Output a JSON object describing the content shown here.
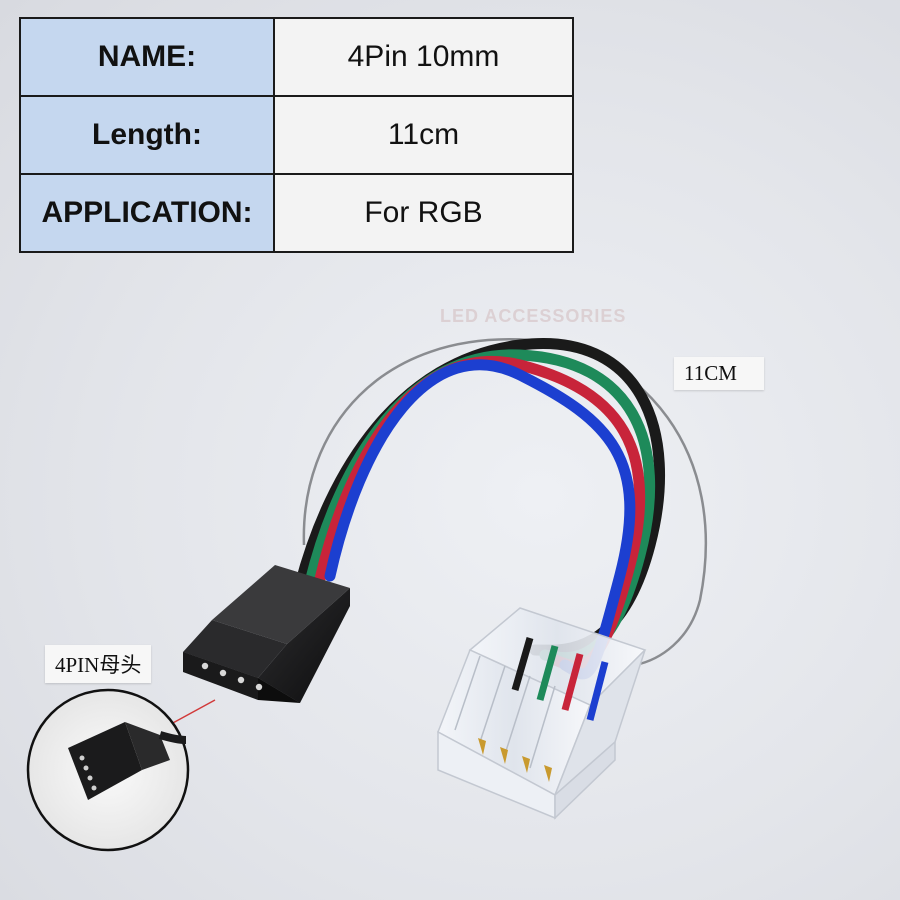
{
  "spec_table": {
    "rows": [
      {
        "label": "NAME:",
        "value": "4Pin 10mm"
      },
      {
        "label": "Length:",
        "value": "11cm"
      },
      {
        "label": "APPLICATION:",
        "value": "For RGB"
      }
    ]
  },
  "photo": {
    "length_label": "11CM",
    "pin_label": "4PIN母头",
    "watermark": "LED ACCESSORIES",
    "wire_colors": [
      "#1a1a1a",
      "#1e8a5a",
      "#c8243a",
      "#1c3fd0"
    ],
    "icons": [
      "female-connector-plug",
      "clip-connector",
      "zoom-callout-circle"
    ]
  }
}
